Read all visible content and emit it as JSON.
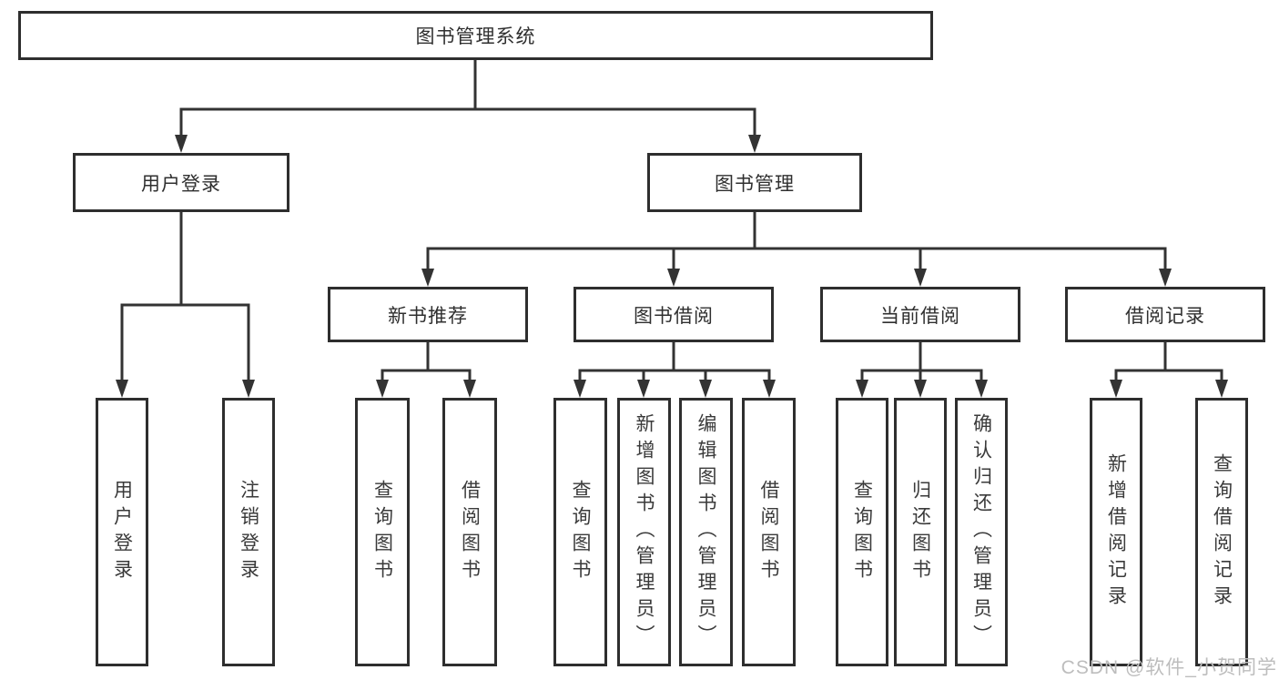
{
  "diagram": {
    "title": "图书管理系统",
    "level2": {
      "user_login": "用户登录",
      "book_mgmt": "图书管理"
    },
    "level3": {
      "new_book": "新书推荐",
      "book_borrow": "图书借阅",
      "current_borrow": "当前借阅",
      "borrow_record": "借阅记录"
    },
    "leaves": {
      "user_login": [
        "用户登录",
        "注销登录"
      ],
      "new_book": [
        "查询图书",
        "借阅图书"
      ],
      "book_borrow": [
        "查询图书",
        "新增图书（管理员）",
        "编辑图书（管理员）",
        "借阅图书"
      ],
      "current_borrow": [
        "查询图书",
        "归还图书",
        "确认归还（管理员）"
      ],
      "borrow_record": [
        "新增借阅记录",
        "查询借阅记录"
      ]
    }
  },
  "colors": {
    "line": "#333333",
    "border": "#2e2e2e",
    "text": "#2f2f2f",
    "background": "#ffffff",
    "watermark": "#bdbdbd"
  },
  "watermark": "CSDN @软件_小贺同学"
}
